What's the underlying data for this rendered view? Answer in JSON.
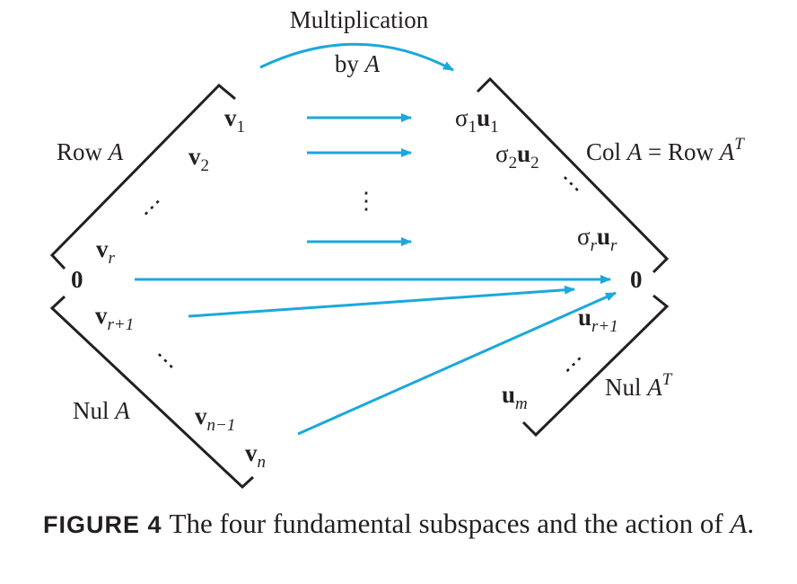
{
  "arrow_color": "#1ba8dc",
  "line_color": "#231f20",
  "top_arrow": {
    "label_line1": "Multiplication",
    "label_line2_prefix": "by ",
    "label_line2_var": "A"
  },
  "left_space": {
    "row_label": {
      "prefix": "Row ",
      "var": "A"
    },
    "nul_label": {
      "prefix": "Nul ",
      "var": "A"
    },
    "zero": "0",
    "vectors": [
      {
        "base": "v",
        "sub": "1"
      },
      {
        "base": "v",
        "sub": "2"
      },
      {
        "base": "v",
        "sub": "r"
      },
      {
        "base": "v",
        "sub": "r+1"
      },
      {
        "base": "v",
        "sub": "n−1"
      },
      {
        "base": "v",
        "sub": "n"
      }
    ]
  },
  "right_space": {
    "col_label": {
      "prefix": "Col ",
      "var": "A",
      "eq": " = Row ",
      "var2": "A",
      "sup": "T"
    },
    "nul_label": {
      "prefix": "Nul ",
      "var": "A",
      "sup": "T"
    },
    "zero": "0",
    "vectors": [
      {
        "coef": "σ",
        "coef_sub": "1",
        "base": "u",
        "sub": "1"
      },
      {
        "coef": "σ",
        "coef_sub": "2",
        "base": "u",
        "sub": "2"
      },
      {
        "coef": "σ",
        "coef_sub": "r",
        "base": "u",
        "sub": "r"
      },
      {
        "base": "u",
        "sub": "r+1"
      },
      {
        "base": "u",
        "sub": "m"
      }
    ]
  },
  "middle_dots": "⋮",
  "caption": {
    "label": "FIGURE 4",
    "text": "The four fundamental subspaces and the action of ",
    "var": "A",
    "end": "."
  }
}
